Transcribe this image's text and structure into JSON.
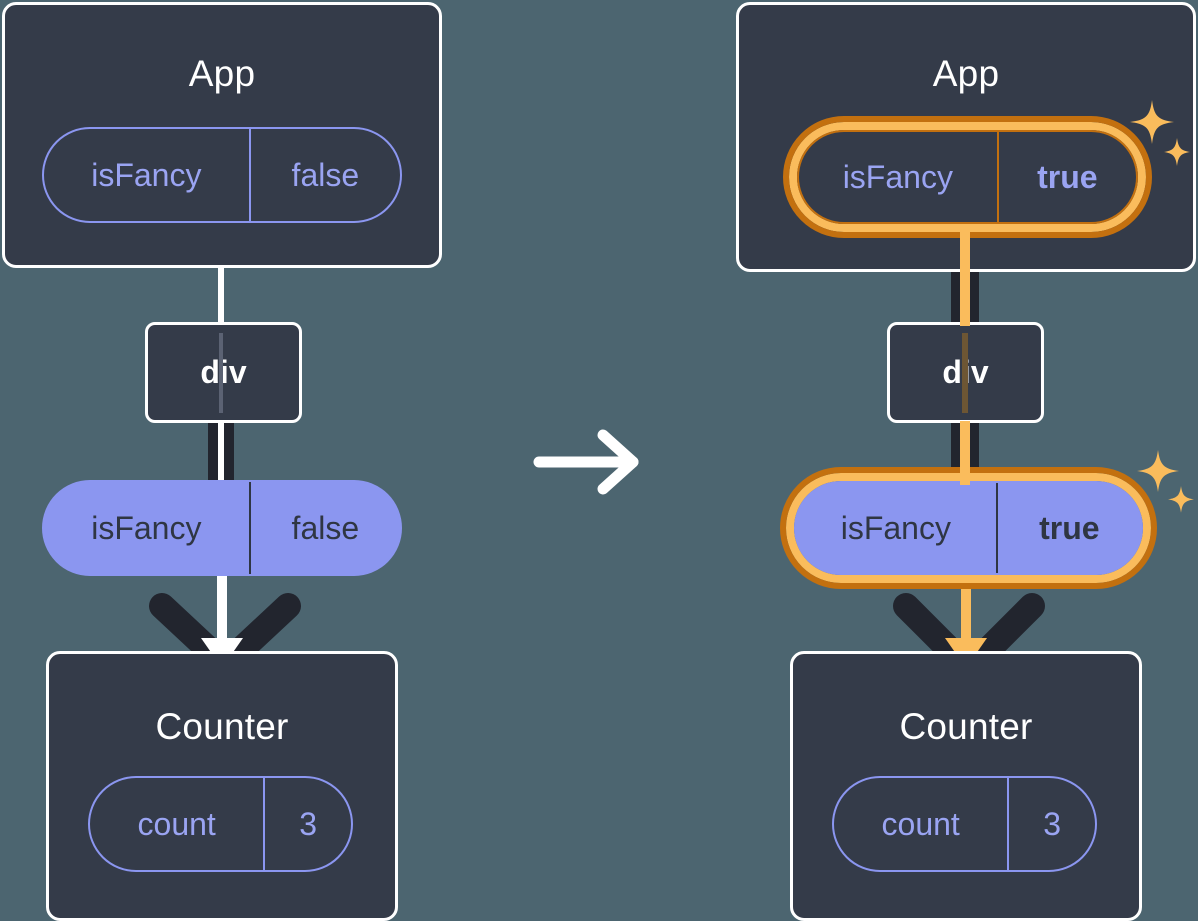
{
  "meta": {
    "diagram_title": "React state update propagation: isFancy false to true",
    "background_color": "#4c6570",
    "card_color": "#343b49",
    "pill_color": "#8b96f0",
    "highlight_outer": "#c3700f",
    "highlight_inner": "#fabc5c",
    "dark_line_color": "#22252e",
    "white": "#ffffff"
  },
  "before": {
    "app": {
      "title": "App",
      "state": {
        "name": "isFancy",
        "value": "false",
        "bold": false
      }
    },
    "div": {
      "label": "div"
    },
    "prop": {
      "name": "isFancy",
      "value": "false",
      "bold": false
    },
    "counter": {
      "title": "Counter",
      "state": {
        "name": "count",
        "value": "3",
        "bold": false
      }
    }
  },
  "transition": {
    "icon": "arrow-right-icon"
  },
  "after": {
    "app": {
      "title": "App",
      "state": {
        "name": "isFancy",
        "value": "true",
        "bold": true
      },
      "highlighted": true,
      "sparkle": "sparkles-icon"
    },
    "div": {
      "label": "div"
    },
    "prop": {
      "name": "isFancy",
      "value": "true",
      "bold": true,
      "highlighted": true,
      "sparkle": "sparkles-icon"
    },
    "counter": {
      "title": "Counter",
      "state": {
        "name": "count",
        "value": "3",
        "bold": false
      }
    }
  }
}
